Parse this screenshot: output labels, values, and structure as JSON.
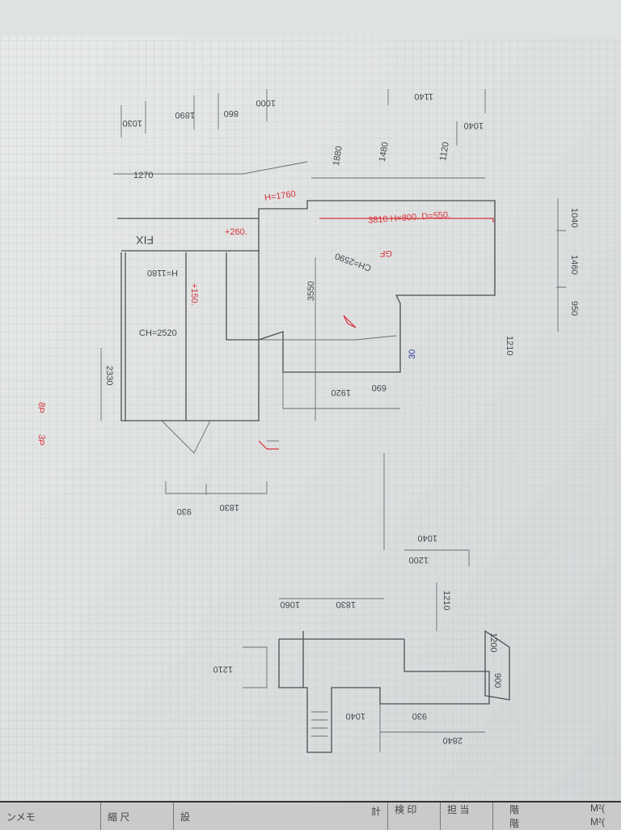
{
  "sketch": {
    "labels_pencil": [
      "1030",
      "1890",
      "860",
      "1000",
      "1140",
      "1040",
      "1480",
      "1880",
      "1120",
      "1270",
      "FIX",
      "H=1180",
      "CH=2520",
      "CH=2590",
      "3550",
      "2330",
      "1920",
      "690",
      "1830",
      "930",
      "1040",
      "1460",
      "950",
      "1210",
      "1040",
      "1200",
      "1060",
      "1830",
      "1210",
      "1200",
      "900",
      "2840",
      "930",
      "1040",
      "1210"
    ],
    "labels_red": [
      "H=1760",
      "3810 H=800. D=550.",
      "+260.",
      "+150.",
      "GF",
      "8P",
      "3P"
    ],
    "labels_blue": [
      "30"
    ]
  },
  "title_block": {
    "memo": "ンメモ",
    "scale": "縮 尺",
    "design": "設",
    "plan": "計",
    "inspect": "検 印",
    "charge": "担 当",
    "floor1": "階",
    "area1": "M²(",
    "floor2": "階",
    "area2": "M²("
  }
}
